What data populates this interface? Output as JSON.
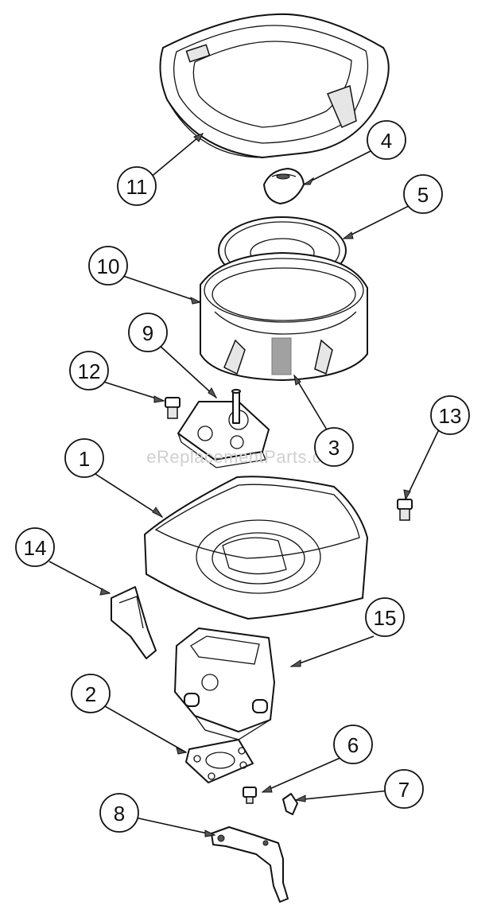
{
  "watermark": "eReplacementParts.com",
  "callouts": [
    {
      "id": "11",
      "label": "11"
    },
    {
      "id": "4",
      "label": "4"
    },
    {
      "id": "5",
      "label": "5"
    },
    {
      "id": "10",
      "label": "10"
    },
    {
      "id": "9",
      "label": "9"
    },
    {
      "id": "12",
      "label": "12"
    },
    {
      "id": "3",
      "label": "3"
    },
    {
      "id": "13",
      "label": "13"
    },
    {
      "id": "1",
      "label": "1"
    },
    {
      "id": "14",
      "label": "14"
    },
    {
      "id": "15",
      "label": "15"
    },
    {
      "id": "2",
      "label": "2"
    },
    {
      "id": "6",
      "label": "6"
    },
    {
      "id": "7",
      "label": "7"
    },
    {
      "id": "8",
      "label": "8"
    }
  ]
}
